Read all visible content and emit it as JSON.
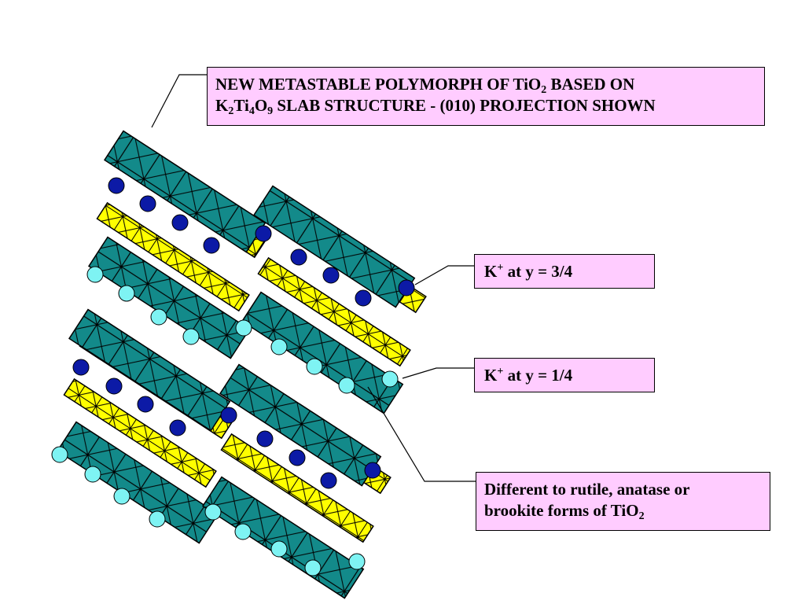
{
  "title": {
    "line1_part1": "NEW METASTABLE POLYMORPH OF TiO",
    "line1_sub": "2",
    "line1_part2": " BASED ON",
    "line2_k": "K",
    "line2_sub1": "2",
    "line2_ti": "Ti",
    "line2_sub2": "4",
    "line2_o": "O",
    "line2_sub3": "9",
    "line2_rest": " SLAB STRUCTURE - (010) PROJECTION SHOWN"
  },
  "labels": {
    "k_three_quarter": {
      "ion": "K",
      "charge": "+",
      "text": " at y = 3/4"
    },
    "k_one_quarter": {
      "ion": "K",
      "charge": "+",
      "text": " at y = 1/4"
    },
    "different": {
      "line1": "Different to rutile, anatase or",
      "line2": "brookite forms of TiO",
      "sub": "2"
    }
  },
  "colors": {
    "teal_octahedra": "#138a8a",
    "yellow_octahedra": "#ffff00",
    "k_dark_blue": "#0c1aa6",
    "k_light_cyan": "#7ef3f3",
    "label_background": "#ffccff"
  }
}
